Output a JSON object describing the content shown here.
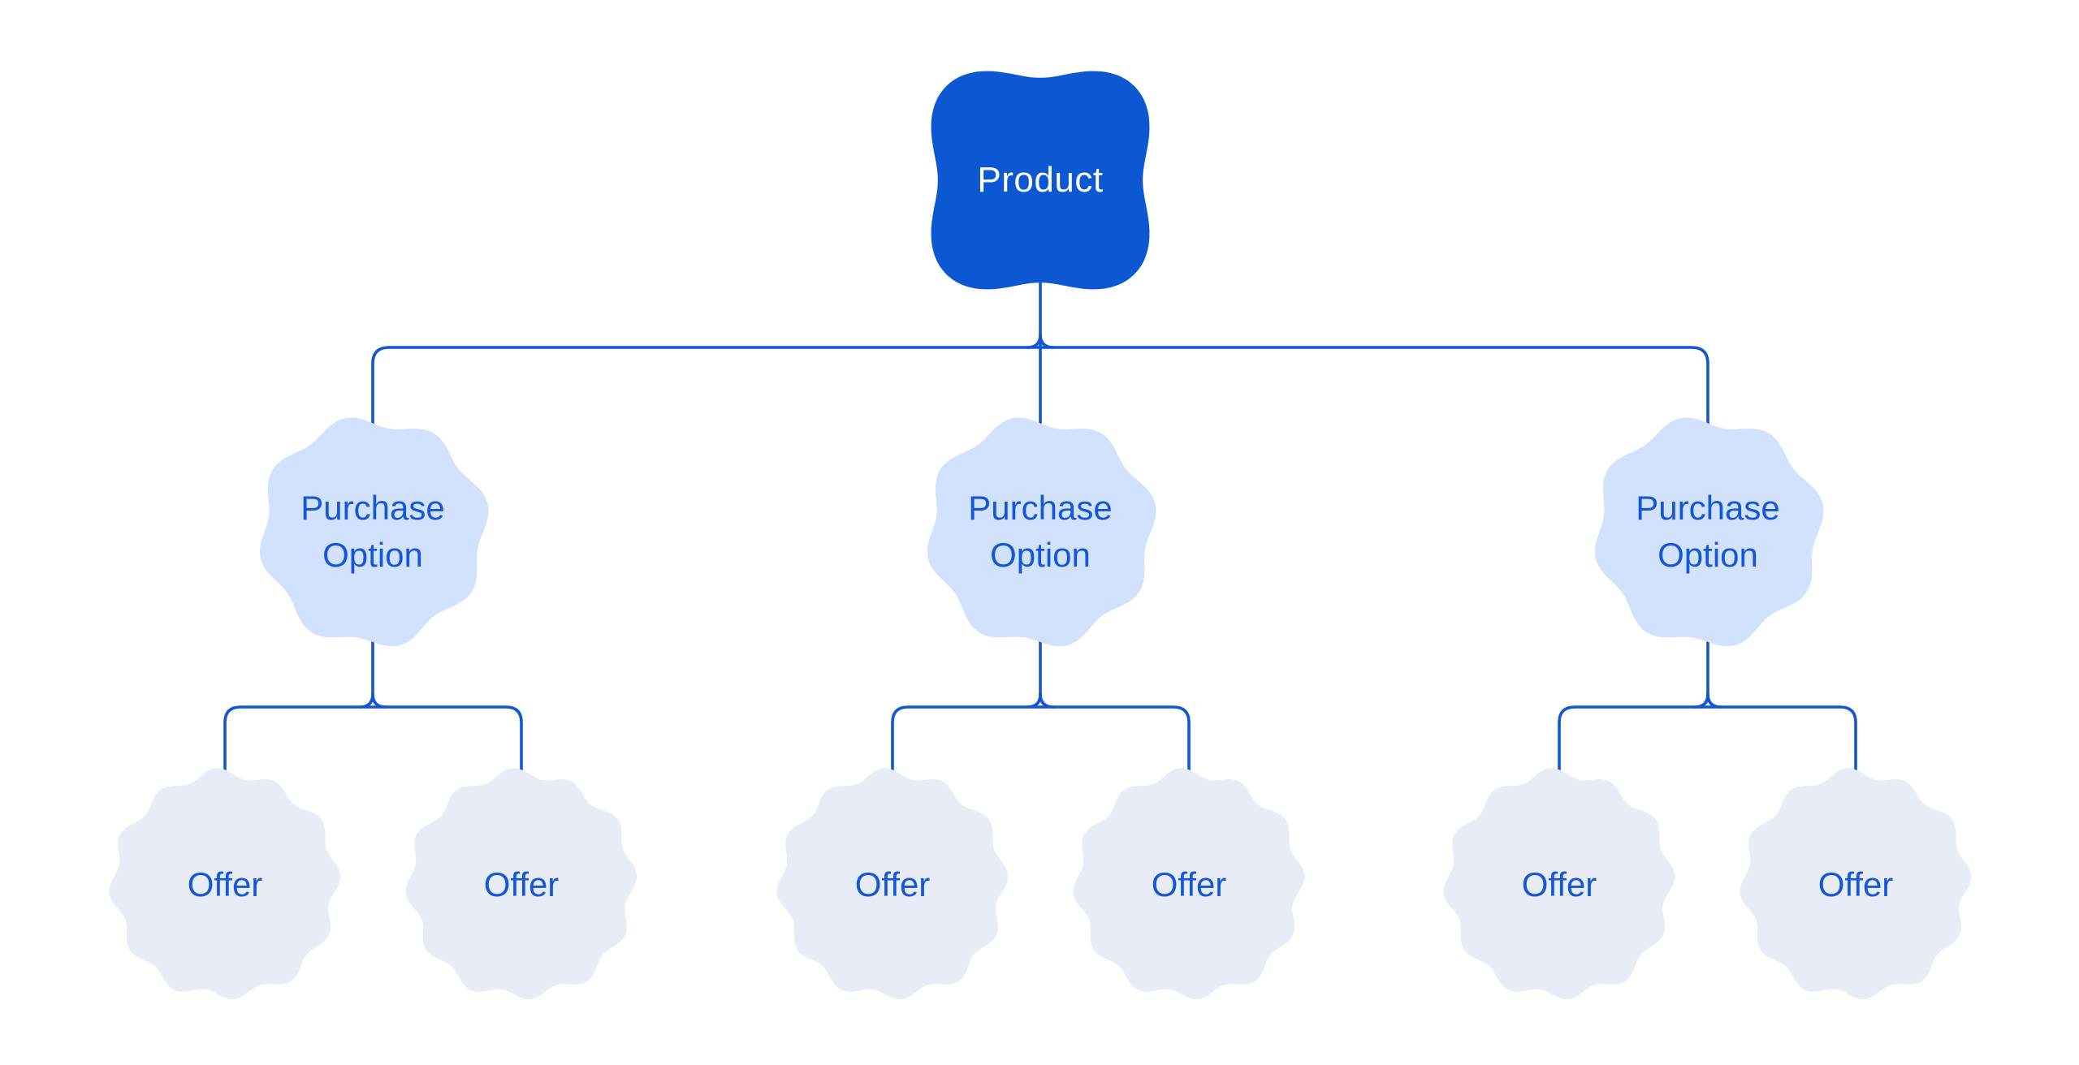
{
  "colors": {
    "background": "#FFFFFF",
    "product_fill": "#0C57D2",
    "purchase_option_fill": "#D2E1FC",
    "offer_fill": "#E8ECF6",
    "connector": "#1256D4",
    "label_text": "#1458D8",
    "product_label_text": "#FFFFFF"
  },
  "diagram": {
    "root": {
      "label": "Product"
    },
    "purchase_options": [
      {
        "label": "Purchase Option",
        "offers": [
          {
            "label": "Offer"
          },
          {
            "label": "Offer"
          }
        ]
      },
      {
        "label": "Purchase Option",
        "offers": [
          {
            "label": "Offer"
          },
          {
            "label": "Offer"
          }
        ]
      },
      {
        "label": "Purchase Option",
        "offers": [
          {
            "label": "Offer"
          },
          {
            "label": "Offer"
          }
        ]
      }
    ]
  }
}
